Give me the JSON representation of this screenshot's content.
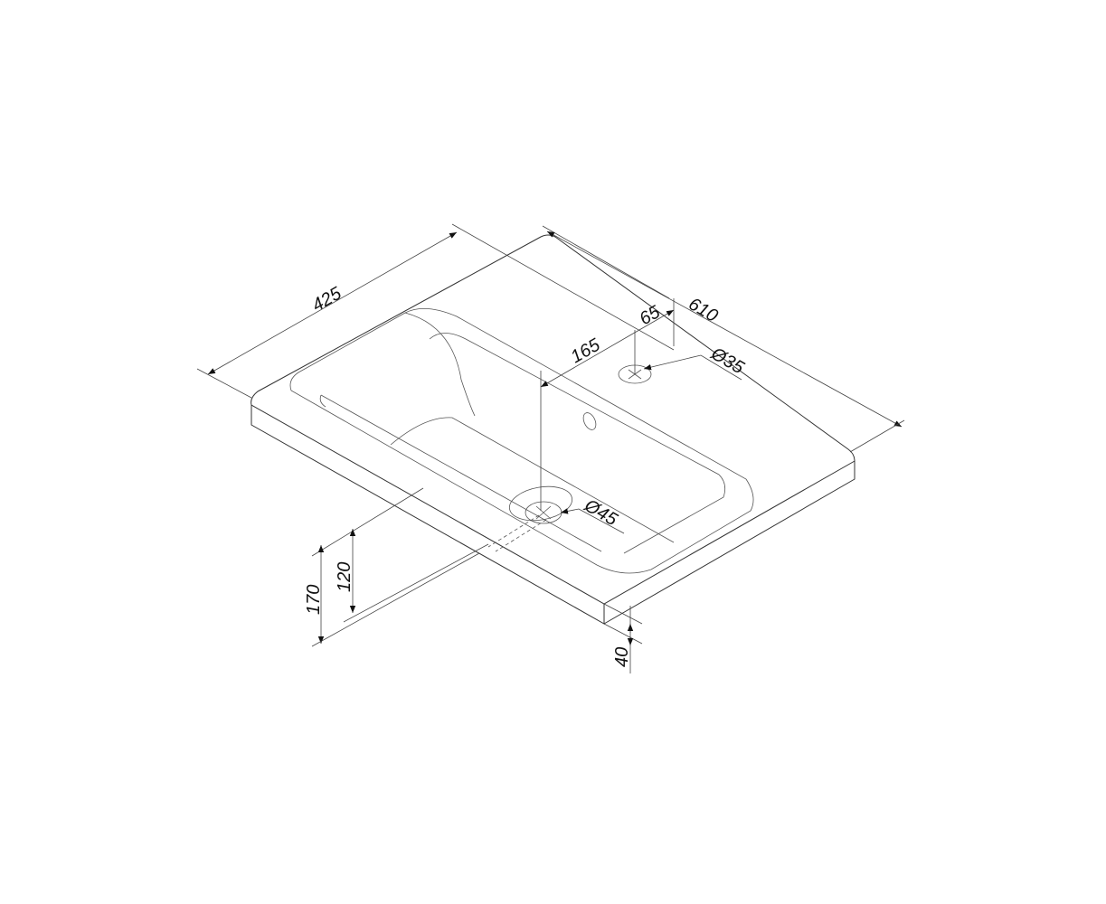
{
  "drawing": {
    "subject": "washbasin",
    "dimensions": {
      "depth": "425",
      "width": "610",
      "tap_offset": "65",
      "drain_offset": "165",
      "tap_hole": "Ø35",
      "drain_hole": "Ø45",
      "height_total": "170",
      "height_drain": "120",
      "thickness": "40"
    },
    "line_color": "#333333",
    "background": "#ffffff"
  }
}
